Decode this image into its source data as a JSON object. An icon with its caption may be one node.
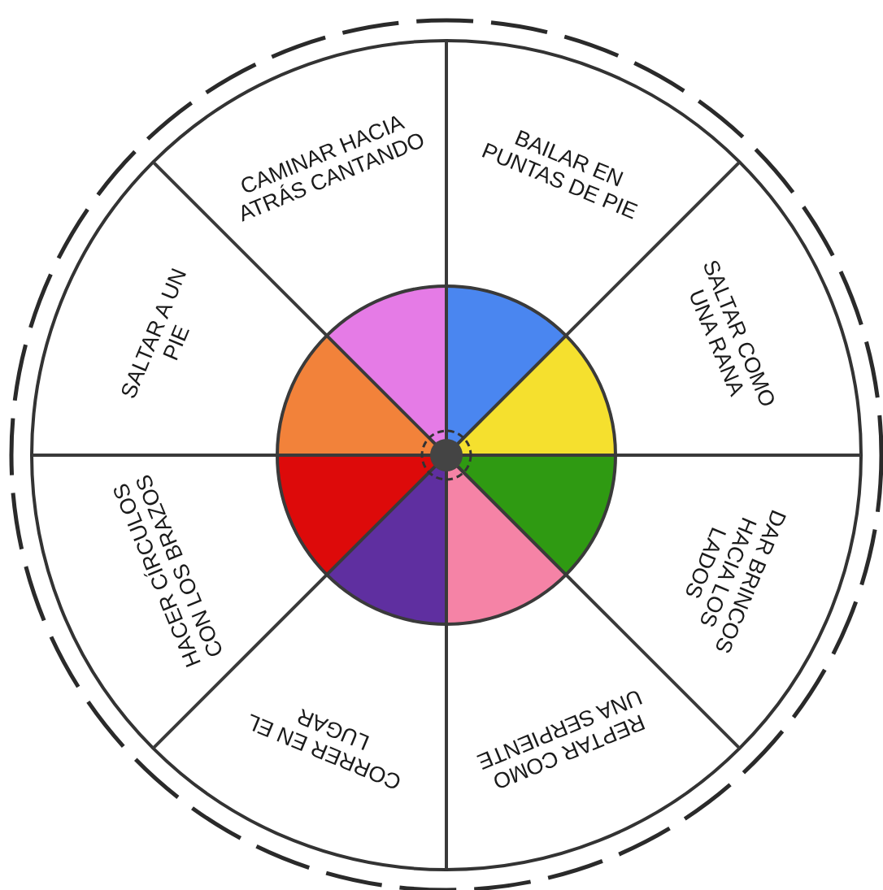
{
  "diagram": {
    "nodes": [
      {
        "text": [
          "CAMINAR HACIA ATRÁS CANTANDO"
        ]
      },
      {
        "text": [
          "BAILAR EN PUNTAS DE PIE"
        ]
      },
      {
        "text": [
          "SALTAR A UN PIE"
        ]
      },
      {
        "text": [
          "SALTAR COMO UNA RANA"
        ]
      },
      {
        "text": [
          "HACER CÍRCULOS CON LOS BRAZOS"
        ]
      },
      {
        "text": [
          "DAR BRINCOS HACIA LOS LADOS"
        ]
      },
      {
        "text": [
          "CORRER EN EL LUGAR"
        ]
      },
      {
        "text": [
          "REPTAR COMO UNA SERPIENTE"
        ]
      }
    ]
  }
}
